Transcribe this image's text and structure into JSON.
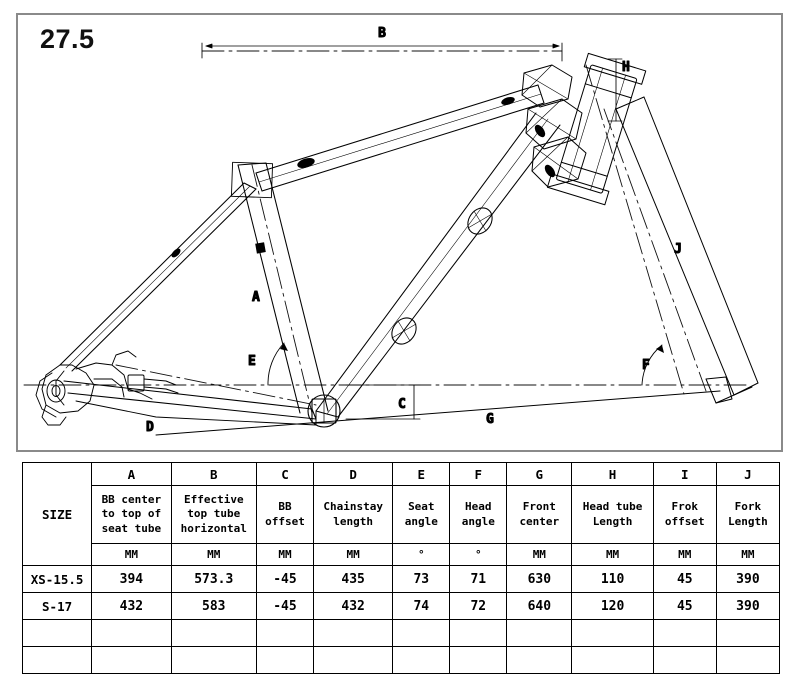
{
  "drawing": {
    "title": "27.5",
    "dimension_labels": [
      {
        "id": "A",
        "text": "A",
        "meaning": "BB center to top of seat tube"
      },
      {
        "id": "B",
        "text": "B",
        "meaning": "Effective top tube horizontal"
      },
      {
        "id": "C",
        "text": "C",
        "meaning": "BB offset"
      },
      {
        "id": "D",
        "text": "D",
        "meaning": "Chainstay length"
      },
      {
        "id": "E",
        "text": "E",
        "meaning": "Seat angle"
      },
      {
        "id": "F",
        "text": "F",
        "meaning": "Head angle"
      },
      {
        "id": "G",
        "text": "G",
        "meaning": "Front center"
      },
      {
        "id": "H",
        "text": "H",
        "meaning": "Head tube Length"
      },
      {
        "id": "J",
        "text": "J",
        "meaning": "Fork Length"
      }
    ]
  },
  "table": {
    "size_header": "SIZE",
    "letters": [
      "A",
      "B",
      "C",
      "D",
      "E",
      "F",
      "G",
      "H",
      "I",
      "J"
    ],
    "descriptions": [
      "BB center to top of seat tube",
      "Effective top tube horizontal",
      "BB offset",
      "Chainstay length",
      "Seat angle",
      "Head angle",
      "Front center",
      "Head tube Length",
      "Frok offset",
      "Fork Length"
    ],
    "units": [
      "MM",
      "MM",
      "MM",
      "MM",
      "°",
      "°",
      "MM",
      "MM",
      "MM",
      "MM"
    ],
    "rows": [
      {
        "size": "XS-15.5",
        "values": [
          "394",
          "573.3",
          "-45",
          "435",
          "73",
          "71",
          "630",
          "110",
          "45",
          "390"
        ]
      },
      {
        "size": "S-17",
        "values": [
          "432",
          "583",
          "-45",
          "432",
          "74",
          "72",
          "640",
          "120",
          "45",
          "390"
        ]
      },
      {
        "size": "",
        "values": [
          "",
          "",
          "",
          "",
          "",
          "",
          "",
          "",
          "",
          ""
        ]
      },
      {
        "size": "",
        "values": [
          "",
          "",
          "",
          "",
          "",
          "",
          "",
          "",
          "",
          ""
        ]
      }
    ]
  },
  "colors": {
    "panel_border": "#8a8a8a",
    "line": "#000000",
    "background": "#ffffff"
  }
}
